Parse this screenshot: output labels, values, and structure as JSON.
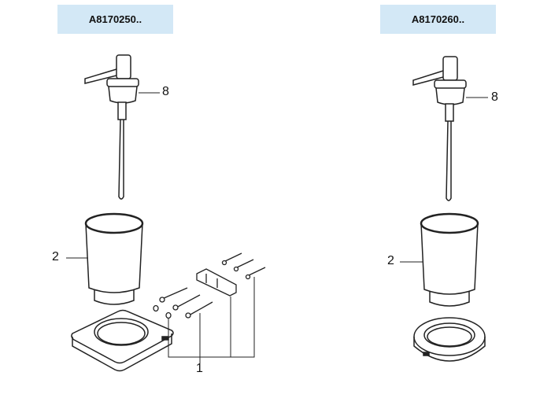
{
  "headers": {
    "left": "A8170250..",
    "right": "A8170260.."
  },
  "callouts": {
    "pump": "8",
    "cup": "2",
    "mounting_kit": "1"
  }
}
